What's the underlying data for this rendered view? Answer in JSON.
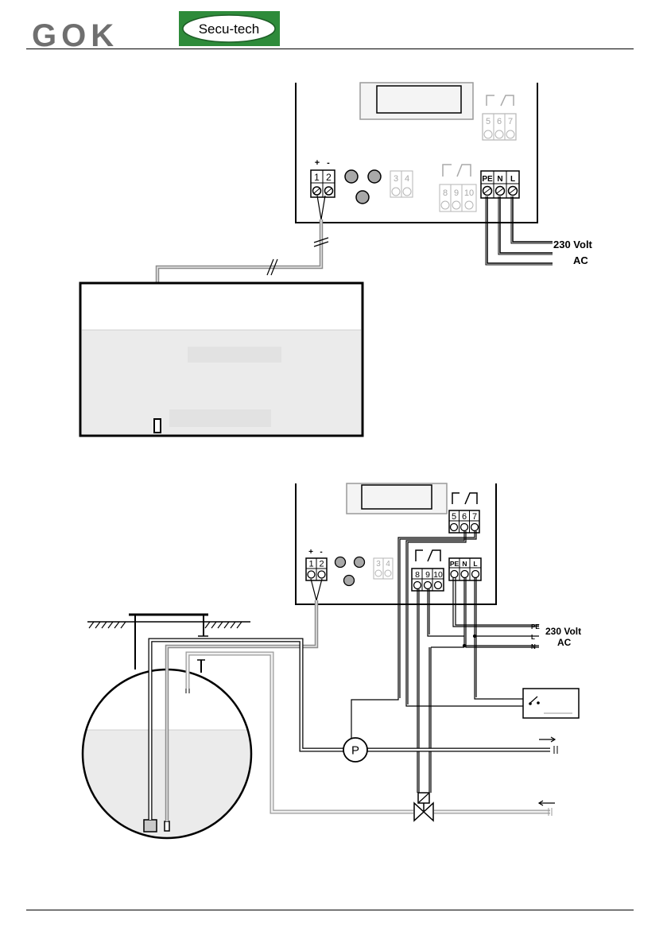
{
  "header": {
    "logo_text": "GOK",
    "brand_badge": "Secu-tech",
    "brand_color": "#2e8b3a",
    "logo_color": "#6f6f6f"
  },
  "diagram_top": {
    "polarity": {
      "plus": "+",
      "minus": "-"
    },
    "sensor_terminals": [
      "1",
      "2"
    ],
    "aux_terminals": [
      "3",
      "4"
    ],
    "relay_terminals_a": [
      "5",
      "6",
      "7"
    ],
    "relay_terminals_b": [
      "8",
      "9",
      "10"
    ],
    "supply_terminals": [
      "PE",
      "N",
      "L"
    ],
    "supply_label_1": "230 Volt",
    "supply_label_2": "AC"
  },
  "diagram_bottom": {
    "polarity": {
      "plus": "+",
      "minus": "-"
    },
    "sensor_terminals": [
      "1",
      "2"
    ],
    "aux_terminals": [
      "3",
      "4"
    ],
    "relay_terminals_a": [
      "5",
      "6",
      "7"
    ],
    "relay_terminals_b": [
      "8",
      "9",
      "10"
    ],
    "supply_terminals": [
      "PE",
      "N",
      "L"
    ],
    "line_labels": [
      "PE",
      "L",
      "N"
    ],
    "supply_label_1": "230 Volt",
    "supply_label_2": "AC",
    "pump_label": "P"
  }
}
